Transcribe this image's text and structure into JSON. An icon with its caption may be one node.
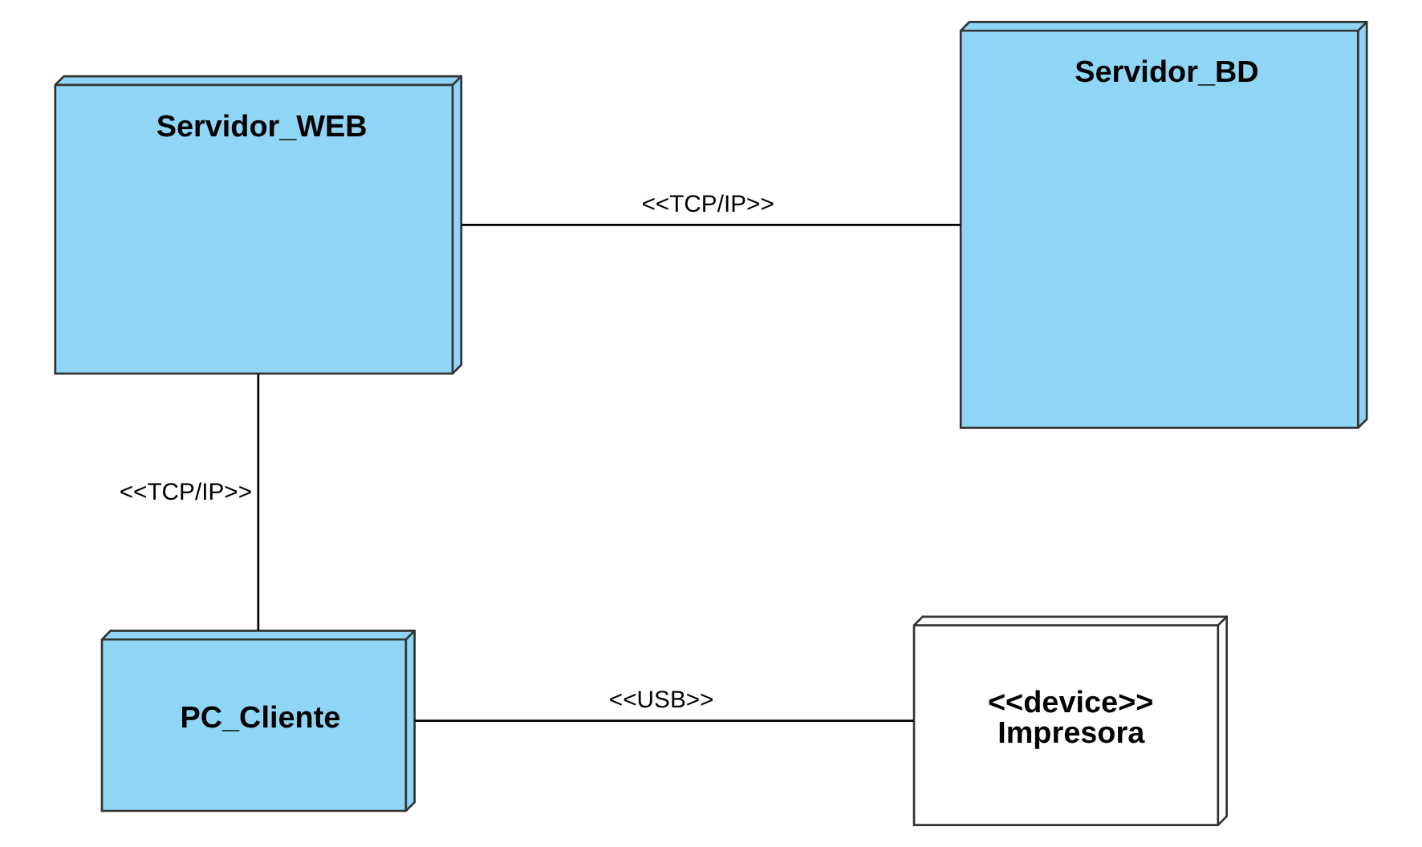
{
  "diagram": {
    "nodes": [
      {
        "text": [
          "Servidor_WEB"
        ]
      },
      {
        "text": [
          "Servidor_BD"
        ]
      },
      {
        "text": [
          "PC_Cliente"
        ]
      },
      {
        "text": [
          "<<device>>",
          "Impresora"
        ]
      }
    ],
    "edges": [
      {
        "from": 0,
        "to": 1,
        "arrow": "none",
        "label": "<<TCP/IP>>"
      },
      {
        "from": 0,
        "to": 2,
        "arrow": "none",
        "label": "<<TCP/IP>>"
      },
      {
        "from": 2,
        "to": 3,
        "arrow": "none",
        "label": "<<USB>>"
      }
    ]
  }
}
